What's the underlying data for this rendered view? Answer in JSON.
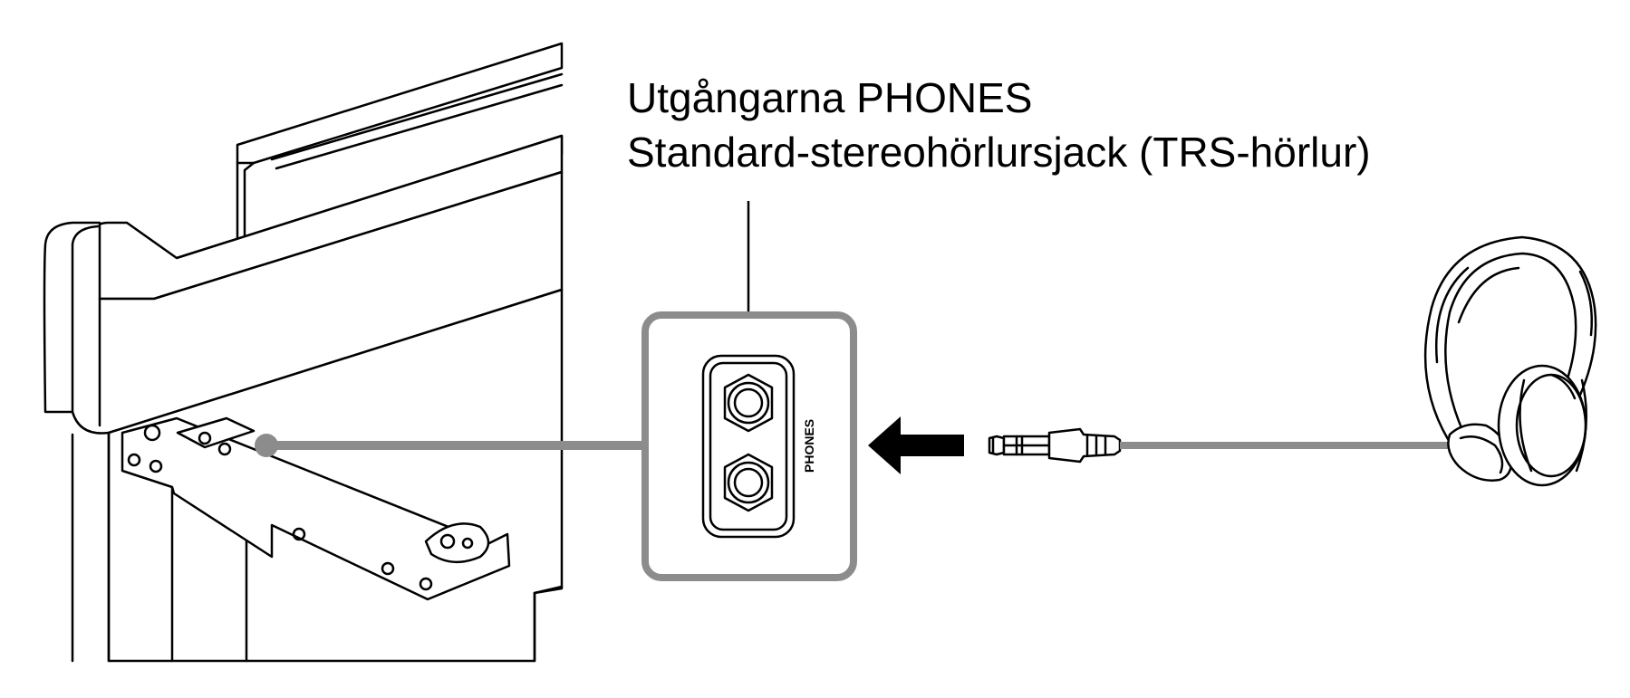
{
  "callout": {
    "line1": "Utgångarna PHONES",
    "line2": "Standard-stereohörlursjack (TRS-hörlur)"
  },
  "jack_panel": {
    "label": "PHONES"
  },
  "colors": {
    "connector_gray": "#8c8c8c",
    "line": "#000000",
    "background": "#ffffff"
  },
  "icons": [
    "piano-illustration",
    "headphones-icon",
    "stereo-plug-icon",
    "arrow-left-icon",
    "jack-socket-icon"
  ]
}
